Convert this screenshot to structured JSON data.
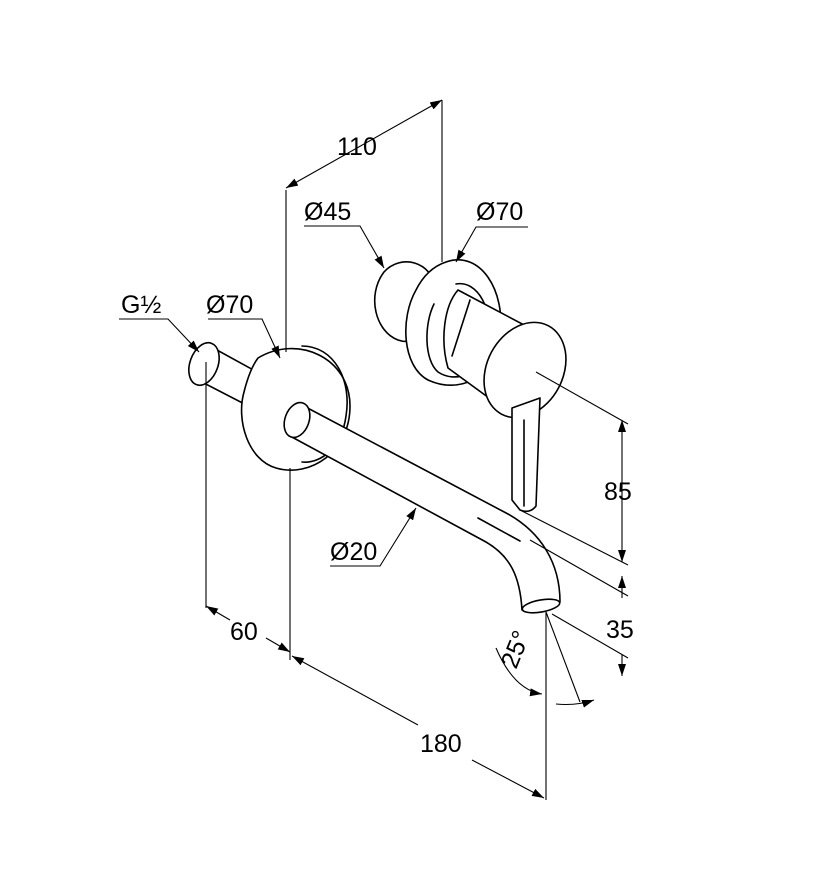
{
  "labels": {
    "dim_110": "110",
    "dia_45": "Ø45",
    "dia_70_mixer": "Ø70",
    "thread": "G½",
    "dia_70_spout": "Ø70",
    "dim_85": "85",
    "dia_20": "Ø20",
    "dim_60": "60",
    "dim_35": "35",
    "angle_25": "25°",
    "dim_180": "180"
  },
  "colors": {
    "line": "#000000",
    "background": "#ffffff"
  }
}
